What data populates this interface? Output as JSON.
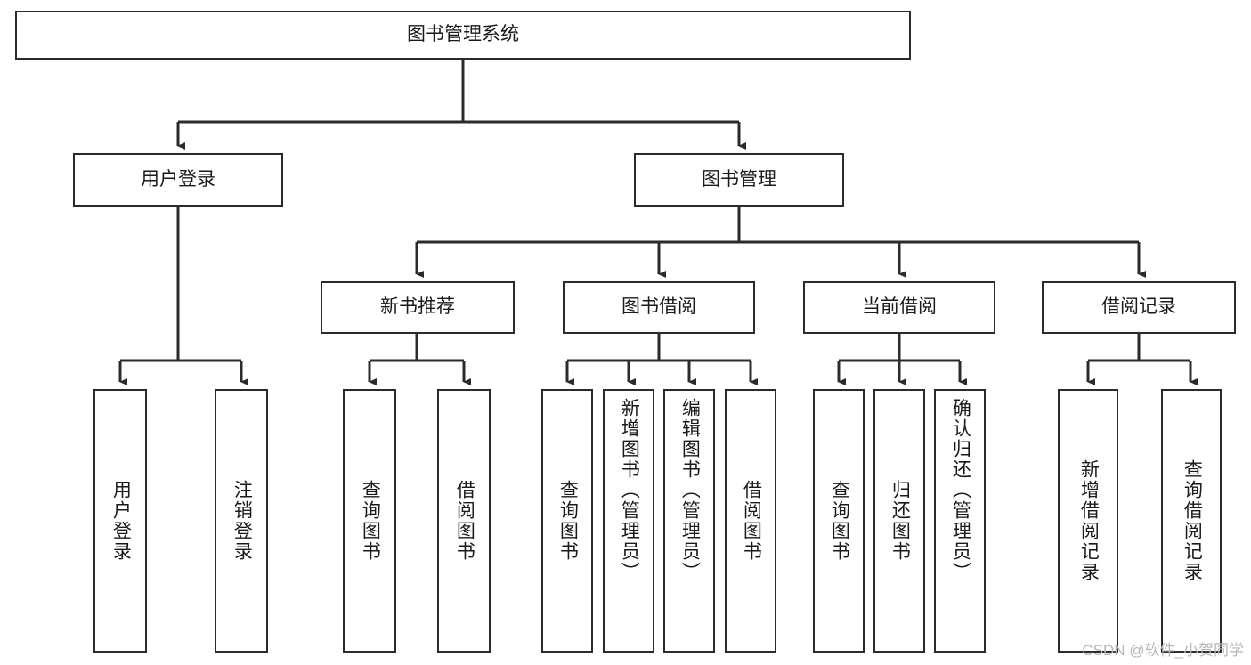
{
  "diagram": {
    "type": "tree-hierarchy-chart",
    "root": {
      "label": "图书管理系统"
    },
    "level2": [
      {
        "id": "user-login",
        "label": "用户登录"
      },
      {
        "id": "book-management",
        "label": "图书管理"
      }
    ],
    "level3": [
      {
        "id": "new-book-recommend",
        "label": "新书推荐"
      },
      {
        "id": "book-borrow",
        "label": "图书借阅"
      },
      {
        "id": "current-borrow",
        "label": "当前借阅"
      },
      {
        "id": "borrow-record",
        "label": "借阅记录"
      }
    ],
    "leaves": {
      "user_login": [
        {
          "id": "leaf-user-login",
          "label": "用户登录"
        },
        {
          "id": "leaf-logout-login",
          "label": "注销登录"
        }
      ],
      "new_book_recommend": [
        {
          "id": "leaf-query-book-1",
          "label": "查询图书"
        },
        {
          "id": "leaf-borrow-book-1",
          "label": "借阅图书"
        }
      ],
      "book_borrow": [
        {
          "id": "leaf-query-book-2",
          "label": "查询图书"
        },
        {
          "id": "leaf-add-book",
          "label": "新增图书（管理员）"
        },
        {
          "id": "leaf-edit-book",
          "label": "编辑图书（管理员）"
        },
        {
          "id": "leaf-borrow-book-2",
          "label": "借阅图书"
        }
      ],
      "current_borrow": [
        {
          "id": "leaf-query-book-3",
          "label": "查询图书"
        },
        {
          "id": "leaf-return-book",
          "label": "归还图书"
        },
        {
          "id": "leaf-confirm-return",
          "label": "确认归还（管理员）"
        }
      ],
      "borrow_record": [
        {
          "id": "leaf-add-record",
          "label": "新增借阅记录"
        },
        {
          "id": "leaf-query-record",
          "label": "查询借阅记录"
        }
      ]
    },
    "colors": {
      "border": "#2b2b2b",
      "background": "#ffffff",
      "text": "#1a1a1a",
      "watermark": "#b6b6b6"
    }
  },
  "watermark": {
    "text": "CSDN @软件_小贺同学"
  }
}
